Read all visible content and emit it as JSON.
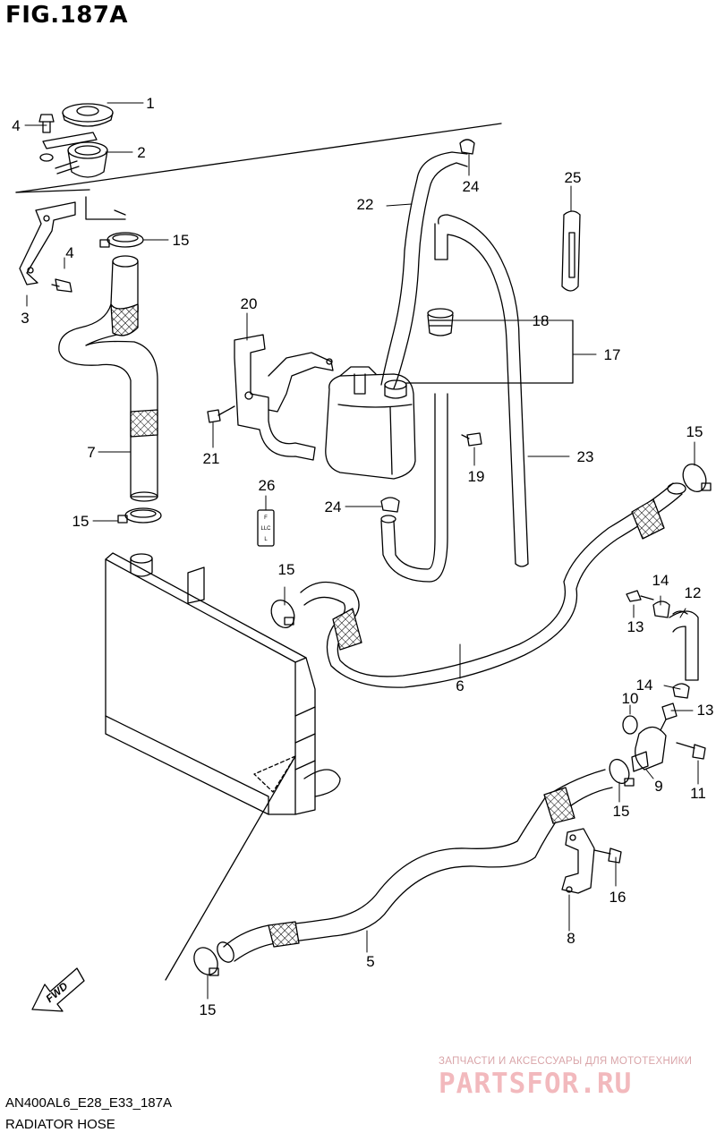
{
  "figure": {
    "title": "FIG.187A",
    "code": "AN400AL6_E28_E33_187A",
    "name": "RADIATOR HOSE"
  },
  "direction_badge": {
    "text": "FWD"
  },
  "reservoir_label": {
    "lines": [
      "F",
      "LLC",
      "L"
    ]
  },
  "watermark": {
    "tagline": "ЗАПЧАСТИ И АКСЕССУАРЫ ДЛЯ МОТОТЕХНИКИ",
    "logo": "PARTSFOR.RU"
  },
  "callouts": [
    {
      "id": "c1",
      "text": "1"
    },
    {
      "id": "c2",
      "text": "2"
    },
    {
      "id": "c3",
      "text": "3"
    },
    {
      "id": "c4a",
      "text": "4"
    },
    {
      "id": "c4b",
      "text": "4"
    },
    {
      "id": "c5",
      "text": "5"
    },
    {
      "id": "c6",
      "text": "6"
    },
    {
      "id": "c7",
      "text": "7"
    },
    {
      "id": "c8",
      "text": "8"
    },
    {
      "id": "c9",
      "text": "9"
    },
    {
      "id": "c10",
      "text": "10"
    },
    {
      "id": "c11",
      "text": "11"
    },
    {
      "id": "c12",
      "text": "12"
    },
    {
      "id": "c13a",
      "text": "13"
    },
    {
      "id": "c13b",
      "text": "13"
    },
    {
      "id": "c14a",
      "text": "14"
    },
    {
      "id": "c14b",
      "text": "14"
    },
    {
      "id": "c15a",
      "text": "15"
    },
    {
      "id": "c15b",
      "text": "15"
    },
    {
      "id": "c15c",
      "text": "15"
    },
    {
      "id": "c15d",
      "text": "15"
    },
    {
      "id": "c15e",
      "text": "15"
    },
    {
      "id": "c15f",
      "text": "15"
    },
    {
      "id": "c16",
      "text": "16"
    },
    {
      "id": "c17",
      "text": "17"
    },
    {
      "id": "c18",
      "text": "18"
    },
    {
      "id": "c19",
      "text": "19"
    },
    {
      "id": "c20",
      "text": "20"
    },
    {
      "id": "c21",
      "text": "21"
    },
    {
      "id": "c22",
      "text": "22"
    },
    {
      "id": "c23",
      "text": "23"
    },
    {
      "id": "c24a",
      "text": "24"
    },
    {
      "id": "c24b",
      "text": "24"
    },
    {
      "id": "c25",
      "text": "25"
    },
    {
      "id": "c26",
      "text": "26"
    }
  ]
}
